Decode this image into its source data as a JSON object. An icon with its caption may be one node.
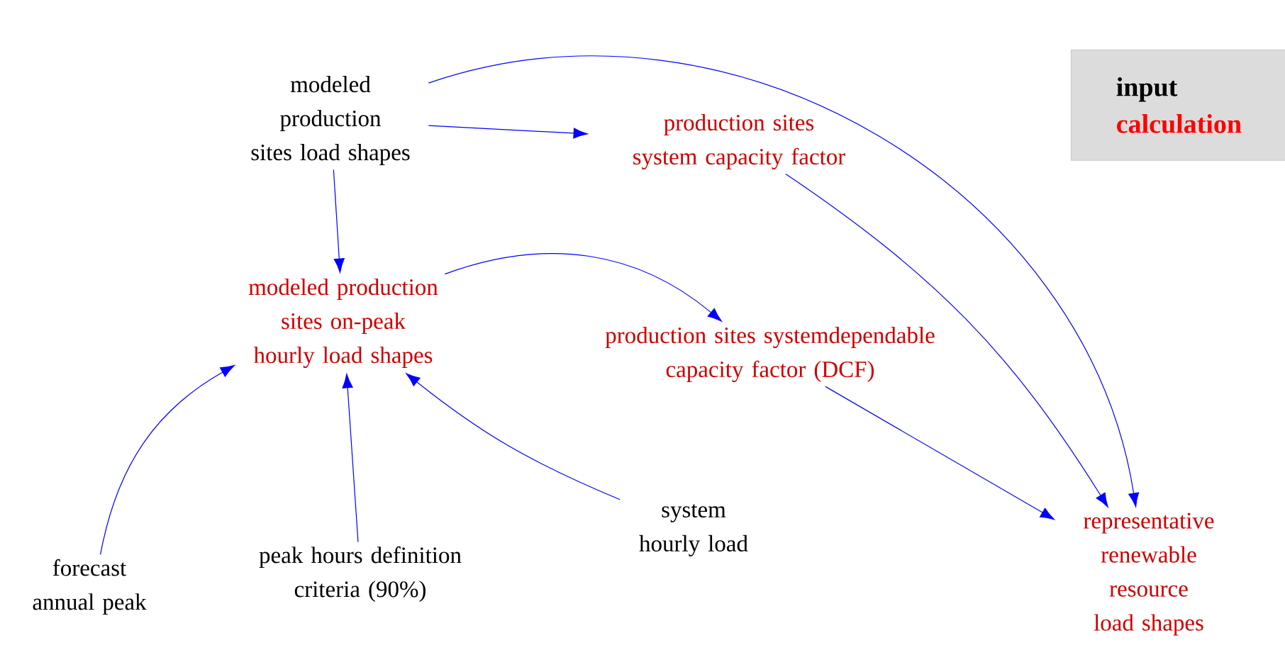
{
  "diagram": {
    "nodes": [
      {
        "text": [
          "modeled production sites load shapes"
        ]
      },
      {
        "text": [
          "production sites system capacity factor"
        ]
      },
      {
        "text": [
          "modeled production sites on-peak hourly load shapes"
        ]
      },
      {
        "text": [
          "production sites systemdependable capacity factor (DCF)"
        ]
      },
      {
        "text": [
          "forecast annual peak"
        ]
      },
      {
        "text": [
          "peak hours definition criteria (90%)"
        ]
      },
      {
        "text": [
          "system hourly load"
        ]
      },
      {
        "text": [
          "representative renewable resource load shapes"
        ]
      }
    ],
    "edges": [
      {
        "from": 0,
        "to": 1,
        "arrow": "to"
      },
      {
        "from": 0,
        "to": 2,
        "arrow": "to"
      },
      {
        "from": 0,
        "to": 7,
        "arrow": "to"
      },
      {
        "from": 1,
        "to": 7,
        "arrow": "to"
      },
      {
        "from": 2,
        "to": 3,
        "arrow": "to"
      },
      {
        "from": 3,
        "to": 7,
        "arrow": "to"
      },
      {
        "from": 4,
        "to": 2,
        "arrow": "to"
      },
      {
        "from": 5,
        "to": 2,
        "arrow": "to"
      },
      {
        "from": 6,
        "to": 2,
        "arrow": "to"
      }
    ],
    "legend": [
      {
        "text": "input",
        "color": "#000000"
      },
      {
        "text": "calculation",
        "color": "#ff0000"
      }
    ]
  }
}
